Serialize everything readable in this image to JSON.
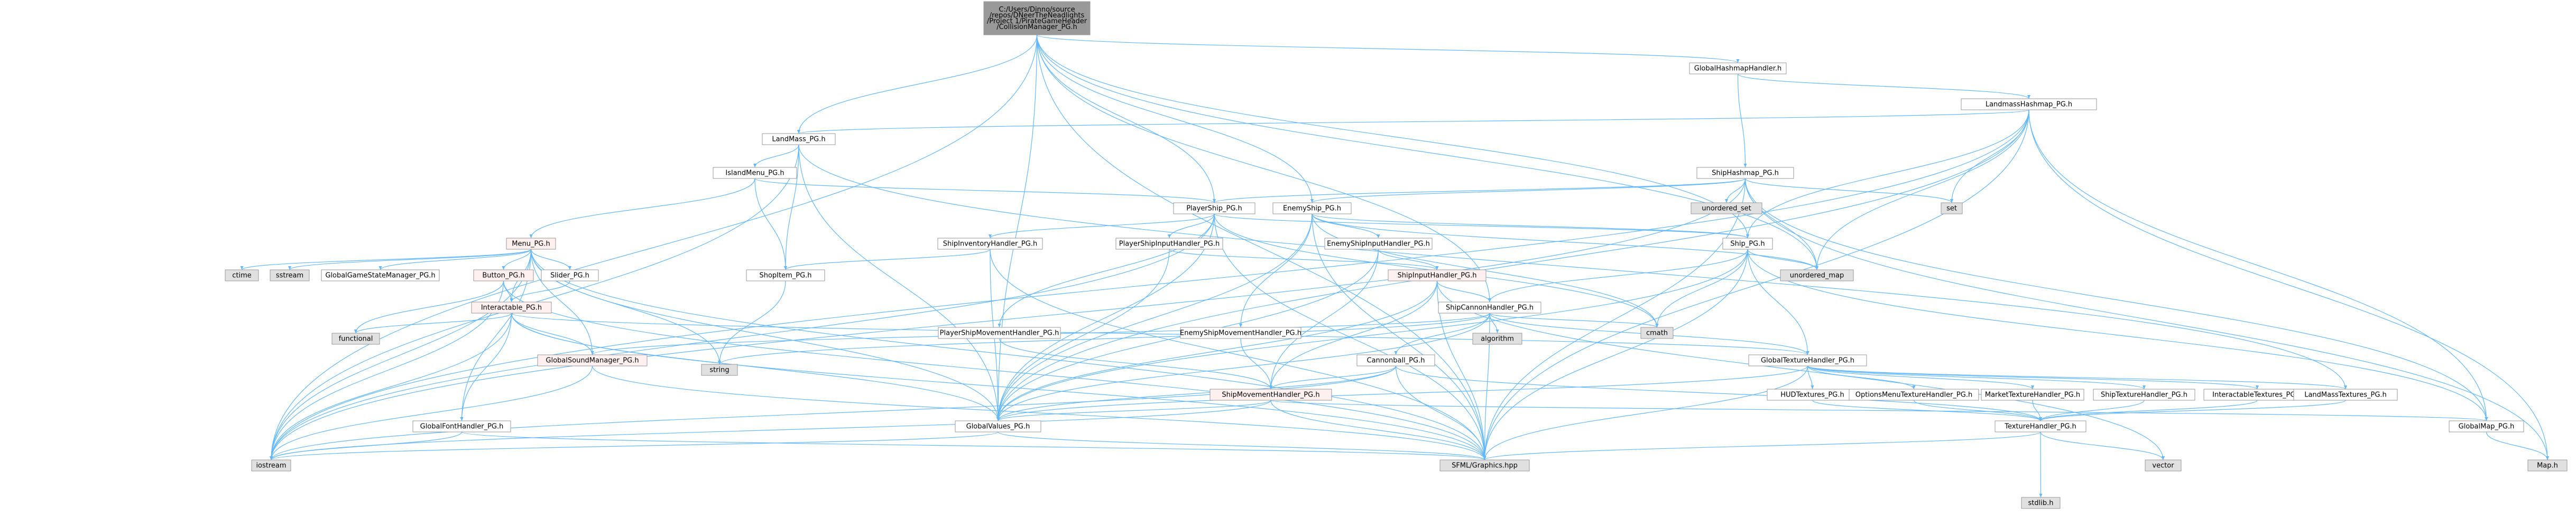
{
  "colors": {
    "edge": "#63b8ff",
    "node_fill": "#ffffff",
    "node_border": "#999999",
    "root_fill": "#999999",
    "system_fill": "#e0e0e0",
    "red_border": "#ff0000",
    "red_fill": "#fff0f0"
  },
  "nodes": [
    {
      "id": "root",
      "kind": "root",
      "lines": [
        "C:/Users/Dinno/source",
        "/repos/DNeerTheNeadlights",
        "/Project 1/PirateGameHeader",
        "/CollisionManager_PG.h"
      ]
    },
    {
      "id": "globalhash",
      "kind": "file",
      "lines": [
        "GlobalHashmapHandler.h"
      ]
    },
    {
      "id": "landmasshash",
      "kind": "file",
      "lines": [
        "LandmassHashmap_PG.h"
      ]
    },
    {
      "id": "landmass",
      "kind": "file",
      "lines": [
        "LandMass_PG.h"
      ]
    },
    {
      "id": "islandmenu",
      "kind": "file",
      "lines": [
        "IslandMenu_PG.h"
      ]
    },
    {
      "id": "shiphash",
      "kind": "file",
      "lines": [
        "ShipHashmap_PG.h"
      ]
    },
    {
      "id": "unordered_set",
      "kind": "system",
      "lines": [
        "unordered_set"
      ]
    },
    {
      "id": "set",
      "kind": "system",
      "lines": [
        "set"
      ]
    },
    {
      "id": "playership",
      "kind": "file",
      "lines": [
        "PlayerShip_PG.h"
      ]
    },
    {
      "id": "enemyship",
      "kind": "file",
      "lines": [
        "EnemyShip_PG.h"
      ]
    },
    {
      "id": "menu",
      "kind": "red",
      "lines": [
        "Menu_PG.h"
      ]
    },
    {
      "id": "ship",
      "kind": "file",
      "lines": [
        "Ship_PG.h"
      ]
    },
    {
      "id": "unordered_map",
      "kind": "system",
      "lines": [
        "unordered_map"
      ]
    },
    {
      "id": "cmath",
      "kind": "system",
      "lines": [
        "cmath"
      ]
    },
    {
      "id": "shipinventory",
      "kind": "file",
      "lines": [
        "ShipInventoryHandler_PG.h"
      ]
    },
    {
      "id": "playershipinput",
      "kind": "file",
      "lines": [
        "PlayerShipInputHandler_PG.h"
      ]
    },
    {
      "id": "enemyshipinput",
      "kind": "file",
      "lines": [
        "EnemyShipInputHandler_PG.h"
      ]
    },
    {
      "id": "sstream",
      "kind": "system",
      "lines": [
        "sstream"
      ]
    },
    {
      "id": "ctime",
      "kind": "system",
      "lines": [
        "ctime"
      ]
    },
    {
      "id": "globalgamestate",
      "kind": "file",
      "lines": [
        "GlobalGameStateManager_PG.h"
      ]
    },
    {
      "id": "shopitem",
      "kind": "file",
      "lines": [
        "ShopItem_PG.h"
      ]
    },
    {
      "id": "button",
      "kind": "red",
      "lines": [
        "Button_PG.h"
      ]
    },
    {
      "id": "slider",
      "kind": "file",
      "lines": [
        "Slider_PG.h"
      ]
    },
    {
      "id": "shipinputhandler",
      "kind": "red",
      "lines": [
        "ShipInputHandler_PG.h"
      ]
    },
    {
      "id": "shipcannon",
      "kind": "file",
      "lines": [
        "ShipCannonHandler_PG.h"
      ]
    },
    {
      "id": "interactable",
      "kind": "red",
      "lines": [
        "Interactable_PG.h"
      ]
    },
    {
      "id": "playershipmovement",
      "kind": "file",
      "lines": [
        "PlayerShipMovementHandler_PG.h"
      ]
    },
    {
      "id": "enemyshipmovement",
      "kind": "file",
      "lines": [
        "EnemyShipMovementHandler_PG.h"
      ]
    },
    {
      "id": "functional",
      "kind": "system",
      "lines": [
        "functional"
      ]
    },
    {
      "id": "algorithm",
      "kind": "system",
      "lines": [
        "algorithm"
      ]
    },
    {
      "id": "cannonball",
      "kind": "file",
      "lines": [
        "Cannonball_PG.h"
      ]
    },
    {
      "id": "globalsound",
      "kind": "red",
      "lines": [
        "GlobalSoundManager_PG.h"
      ]
    },
    {
      "id": "globaltexture",
      "kind": "file",
      "lines": [
        "GlobalTextureHandler_PG.h"
      ]
    },
    {
      "id": "string",
      "kind": "system",
      "lines": [
        "string"
      ]
    },
    {
      "id": "hudtextures",
      "kind": "file",
      "lines": [
        "HUDTextures_PG.h"
      ]
    },
    {
      "id": "optionsmenutexture",
      "kind": "file",
      "lines": [
        "OptionsMenuTextureHandler_PG.h"
      ]
    },
    {
      "id": "markettexture",
      "kind": "file",
      "lines": [
        "MarketTextureHandler_PG.h"
      ]
    },
    {
      "id": "shiptexture",
      "kind": "file",
      "lines": [
        "ShipTextureHandler_PG.h"
      ]
    },
    {
      "id": "interactabletextures",
      "kind": "file",
      "lines": [
        "InteractableTextures_PG.h"
      ]
    },
    {
      "id": "landmasstextures",
      "kind": "file",
      "lines": [
        "LandMassTextures_PG.h"
      ]
    },
    {
      "id": "shipmovement",
      "kind": "red",
      "lines": [
        "ShipMovementHandler_PG.h"
      ]
    },
    {
      "id": "globalfont",
      "kind": "file",
      "lines": [
        "GlobalFontHandler_PG.h"
      ]
    },
    {
      "id": "globalvalues",
      "kind": "file",
      "lines": [
        "GlobalValues_PG.h"
      ]
    },
    {
      "id": "texturehandler",
      "kind": "file",
      "lines": [
        "TextureHandler_PG.h"
      ]
    },
    {
      "id": "globalmap",
      "kind": "file",
      "lines": [
        "GlobalMap_PG.h"
      ]
    },
    {
      "id": "mapb",
      "kind": "system",
      "lines": [
        "Map.h"
      ]
    },
    {
      "id": "iostream",
      "kind": "system",
      "lines": [
        "iostream"
      ]
    },
    {
      "id": "sfml",
      "kind": "system",
      "lines": [
        "SFML/Graphics.hpp"
      ]
    },
    {
      "id": "vector",
      "kind": "system",
      "lines": [
        "vector"
      ]
    },
    {
      "id": "stdlib",
      "kind": "system",
      "lines": [
        "stdlib.h"
      ]
    }
  ],
  "edges": [
    [
      "root",
      "globalhash"
    ],
    [
      "root",
      "landmass"
    ],
    [
      "root",
      "playership"
    ],
    [
      "root",
      "enemyship"
    ],
    [
      "root",
      "ship"
    ],
    [
      "root",
      "globalvalues"
    ],
    [
      "root",
      "iostream"
    ],
    [
      "root",
      "sfml"
    ],
    [
      "root",
      "unordered_map"
    ],
    [
      "root",
      "shipcannon"
    ],
    [
      "globalhash",
      "landmasshash"
    ],
    [
      "globalhash",
      "shiphash"
    ],
    [
      "landmasshash",
      "landmass"
    ],
    [
      "landmasshash",
      "globalvalues"
    ],
    [
      "landmasshash",
      "set"
    ],
    [
      "landmasshash",
      "unordered_map"
    ],
    [
      "landmasshash",
      "globalmap"
    ],
    [
      "landmasshash",
      "mapb"
    ],
    [
      "landmasshash",
      "sfml"
    ],
    [
      "landmasshash",
      "iostream"
    ],
    [
      "landmasshash",
      "ship"
    ],
    [
      "landmass",
      "islandmenu"
    ],
    [
      "landmass",
      "landmasstextures"
    ],
    [
      "landmass",
      "iostream"
    ],
    [
      "landmass",
      "shopitem"
    ],
    [
      "landmass",
      "globalvalues"
    ],
    [
      "islandmenu",
      "menu"
    ],
    [
      "islandmenu",
      "playership"
    ],
    [
      "islandmenu",
      "shopitem"
    ],
    [
      "shiphash",
      "playership"
    ],
    [
      "shiphash",
      "enemyship"
    ],
    [
      "shiphash",
      "unordered_set"
    ],
    [
      "shiphash",
      "set"
    ],
    [
      "shiphash",
      "unordered_map"
    ],
    [
      "shiphash",
      "globalmap"
    ],
    [
      "shiphash",
      "sfml"
    ],
    [
      "shiphash",
      "mapb"
    ],
    [
      "shiphash",
      "iostream"
    ],
    [
      "playership",
      "ship"
    ],
    [
      "playership",
      "shipinventory"
    ],
    [
      "playership",
      "playershipinput"
    ],
    [
      "playership",
      "playershipmovement"
    ],
    [
      "playership",
      "globalvalues"
    ],
    [
      "playership",
      "iostream"
    ],
    [
      "playership",
      "sfml"
    ],
    [
      "playership",
      "cmath"
    ],
    [
      "enemyship",
      "ship"
    ],
    [
      "enemyship",
      "enemyshipinput"
    ],
    [
      "enemyship",
      "enemyshipmovement"
    ],
    [
      "enemyship",
      "globalvalues"
    ],
    [
      "enemyship",
      "sfml"
    ],
    [
      "enemyship",
      "unordered_map"
    ],
    [
      "enemyship",
      "cmath"
    ],
    [
      "menu",
      "ctime"
    ],
    [
      "menu",
      "sstream"
    ],
    [
      "menu",
      "globalgamestate"
    ],
    [
      "menu",
      "button"
    ],
    [
      "menu",
      "slider"
    ],
    [
      "menu",
      "interactable"
    ],
    [
      "menu",
      "globalvalues"
    ],
    [
      "menu",
      "globalsound"
    ],
    [
      "menu",
      "iostream"
    ],
    [
      "menu",
      "sfml"
    ],
    [
      "menu",
      "string"
    ],
    [
      "menu",
      "globalfont"
    ],
    [
      "ship",
      "unordered_map"
    ],
    [
      "ship",
      "shipcannon"
    ],
    [
      "ship",
      "globaltexture"
    ],
    [
      "ship",
      "globalmap"
    ],
    [
      "ship",
      "cmath"
    ],
    [
      "ship",
      "sfml"
    ],
    [
      "ship",
      "globalvalues"
    ],
    [
      "shipinventory",
      "shopitem"
    ],
    [
      "shipinventory",
      "globalvalues"
    ],
    [
      "shipinventory",
      "sfml"
    ],
    [
      "playershipinput",
      "shipinputhandler"
    ],
    [
      "playershipinput",
      "globalvalues"
    ],
    [
      "enemyshipinput",
      "shipinputhandler"
    ],
    [
      "enemyshipinput",
      "shipmovement"
    ],
    [
      "enemyshipinput",
      "globalvalues"
    ],
    [
      "shopitem",
      "string"
    ],
    [
      "button",
      "interactable"
    ],
    [
      "button",
      "functional"
    ],
    [
      "button",
      "iostream"
    ],
    [
      "button",
      "sfml"
    ],
    [
      "slider",
      "interactable"
    ],
    [
      "shipinputhandler",
      "shipcannon"
    ],
    [
      "shipinputhandler",
      "shipmovement"
    ],
    [
      "shipinputhandler",
      "sfml"
    ],
    [
      "shipinputhandler",
      "globalvalues"
    ],
    [
      "shipinputhandler",
      "vector"
    ],
    [
      "shipcannon",
      "cannonball"
    ],
    [
      "shipcannon",
      "algorithm"
    ],
    [
      "shipcannon",
      "cmath"
    ],
    [
      "shipcannon",
      "globaltexture"
    ],
    [
      "shipcannon",
      "globalsound"
    ],
    [
      "shipcannon",
      "globalvalues"
    ],
    [
      "shipcannon",
      "sfml"
    ],
    [
      "shipcannon",
      "string"
    ],
    [
      "interactable",
      "functional"
    ],
    [
      "interactable",
      "globalsound"
    ],
    [
      "interactable",
      "globaltexture"
    ],
    [
      "interactable",
      "globalfont"
    ],
    [
      "interactable",
      "globalvalues"
    ],
    [
      "interactable",
      "iostream"
    ],
    [
      "interactable",
      "sfml"
    ],
    [
      "playershipmovement",
      "shipmovement"
    ],
    [
      "enemyshipmovement",
      "shipmovement"
    ],
    [
      "cannonball",
      "shipmovement"
    ],
    [
      "cannonball",
      "globalvalues"
    ],
    [
      "cannonball",
      "texturehandler"
    ],
    [
      "cannonball",
      "sfml"
    ],
    [
      "cannonball",
      "iostream"
    ],
    [
      "globalsound",
      "iostream"
    ],
    [
      "globalsound",
      "sfml"
    ],
    [
      "globaltexture",
      "hudtextures"
    ],
    [
      "globaltexture",
      "optionsmenutexture"
    ],
    [
      "globaltexture",
      "markettexture"
    ],
    [
      "globaltexture",
      "shiptexture"
    ],
    [
      "globaltexture",
      "interactabletextures"
    ],
    [
      "globaltexture",
      "landmasstextures"
    ],
    [
      "globaltexture",
      "globalvalues"
    ],
    [
      "globaltexture",
      "sfml"
    ],
    [
      "hudtextures",
      "texturehandler"
    ],
    [
      "optionsmenutexture",
      "texturehandler"
    ],
    [
      "markettexture",
      "texturehandler"
    ],
    [
      "shiptexture",
      "texturehandler"
    ],
    [
      "interactabletextures",
      "texturehandler"
    ],
    [
      "landmasstextures",
      "texturehandler"
    ],
    [
      "shipmovement",
      "globalvalues"
    ],
    [
      "shipmovement",
      "sfml"
    ],
    [
      "shipmovement",
      "iostream"
    ],
    [
      "shipmovement",
      "globalmap"
    ],
    [
      "globalfont",
      "iostream"
    ],
    [
      "globalfont",
      "sfml"
    ],
    [
      "globalvalues",
      "iostream"
    ],
    [
      "globalvalues",
      "sfml"
    ],
    [
      "texturehandler",
      "sfml"
    ],
    [
      "texturehandler",
      "vector"
    ],
    [
      "texturehandler",
      "stdlib"
    ],
    [
      "globalmap",
      "mapb"
    ]
  ]
}
